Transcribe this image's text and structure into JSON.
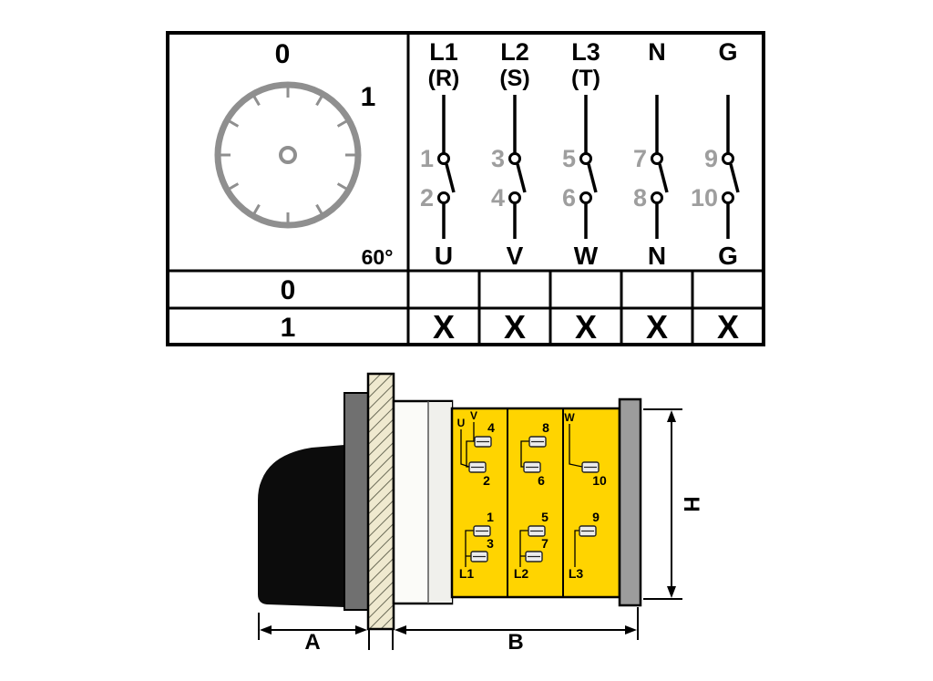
{
  "switch_table": {
    "dial": {
      "position_zero": "0",
      "position_one": "1",
      "angle_step": "60°"
    },
    "row_zero_label": "0",
    "row_one_label": "1",
    "columns": [
      {
        "input": "L1",
        "phase": "(R)",
        "upper_contact": "1",
        "lower_contact": "2",
        "output": "U",
        "pos0_mark": "",
        "pos1_mark": "X"
      },
      {
        "input": "L2",
        "phase": "(S)",
        "upper_contact": "3",
        "lower_contact": "4",
        "output": "V",
        "pos0_mark": "",
        "pos1_mark": "X"
      },
      {
        "input": "L3",
        "phase": "(T)",
        "upper_contact": "5",
        "lower_contact": "6",
        "output": "W",
        "pos0_mark": "",
        "pos1_mark": "X"
      },
      {
        "input": "N",
        "phase": "",
        "upper_contact": "7",
        "lower_contact": "8",
        "output": "N",
        "pos0_mark": "",
        "pos1_mark": "X"
      },
      {
        "input": "G",
        "phase": "",
        "upper_contact": "9",
        "lower_contact": "10",
        "output": "G",
        "pos0_mark": "",
        "pos1_mark": "X"
      }
    ]
  },
  "dimension_drawing": {
    "terminal_letters": {
      "u": "U",
      "v": "V",
      "w": "W",
      "l1": "L1",
      "l2": "L2",
      "l3": "L3"
    },
    "terminal_numbers": {
      "t1": "1",
      "t2": "2",
      "t3": "3",
      "t4": "4",
      "t5": "5",
      "t6": "6",
      "t7": "7",
      "t8": "8",
      "t9": "9",
      "t10": "10"
    },
    "dimensions": {
      "front_depth": "A",
      "body_length": "B",
      "body_height": "H"
    },
    "colors": {
      "cam_body_yellow": "#ffd400"
    }
  }
}
